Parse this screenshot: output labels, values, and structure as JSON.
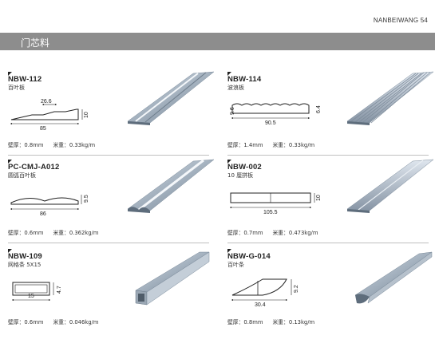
{
  "brand": "NANBEIWANG 54",
  "section_title": "门芯料",
  "products": [
    {
      "code": "NBW-112",
      "name": "百叶板",
      "dims": [
        "26.6",
        "85",
        "10"
      ],
      "thickness_label": "壁厚：",
      "thickness": "0.8mm",
      "weight_label": "米重：",
      "weight": "0.33kg/m"
    },
    {
      "code": "NBW-114",
      "name": "波浪板",
      "dims": [
        "9.6",
        "90.5",
        "6.4"
      ],
      "thickness_label": "壁厚：",
      "thickness": "1.4mm",
      "weight_label": "米重：",
      "weight": "0.33kg/m"
    },
    {
      "code": "PC-CMJ-A012",
      "name": "圆弧百叶板",
      "dims": [
        "9.5",
        "86"
      ],
      "thickness_label": "壁厚：",
      "thickness": "0.6mm",
      "weight_label": "米重：",
      "weight": "0.362kg/m"
    },
    {
      "code": "NBW-002",
      "name": "10 厘拼板",
      "dims": [
        "10",
        "105.5"
      ],
      "thickness_label": "壁厚：",
      "thickness": "0.7mm",
      "weight_label": "米重：",
      "weight": "0.473kg/m"
    },
    {
      "code": "NBW-109",
      "name": "网格条 5X15",
      "dims": [
        "4.7",
        "15"
      ],
      "thickness_label": "壁厚：",
      "thickness": "0.6mm",
      "weight_label": "米重：",
      "weight": "0.046kg/m"
    },
    {
      "code": "NBW-G-014",
      "name": "百叶条",
      "dims": [
        "9.2",
        "30.4"
      ],
      "thickness_label": "壁厚：",
      "thickness": "0.8mm",
      "weight_label": "米重：",
      "weight": "0.13kg/m"
    }
  ]
}
